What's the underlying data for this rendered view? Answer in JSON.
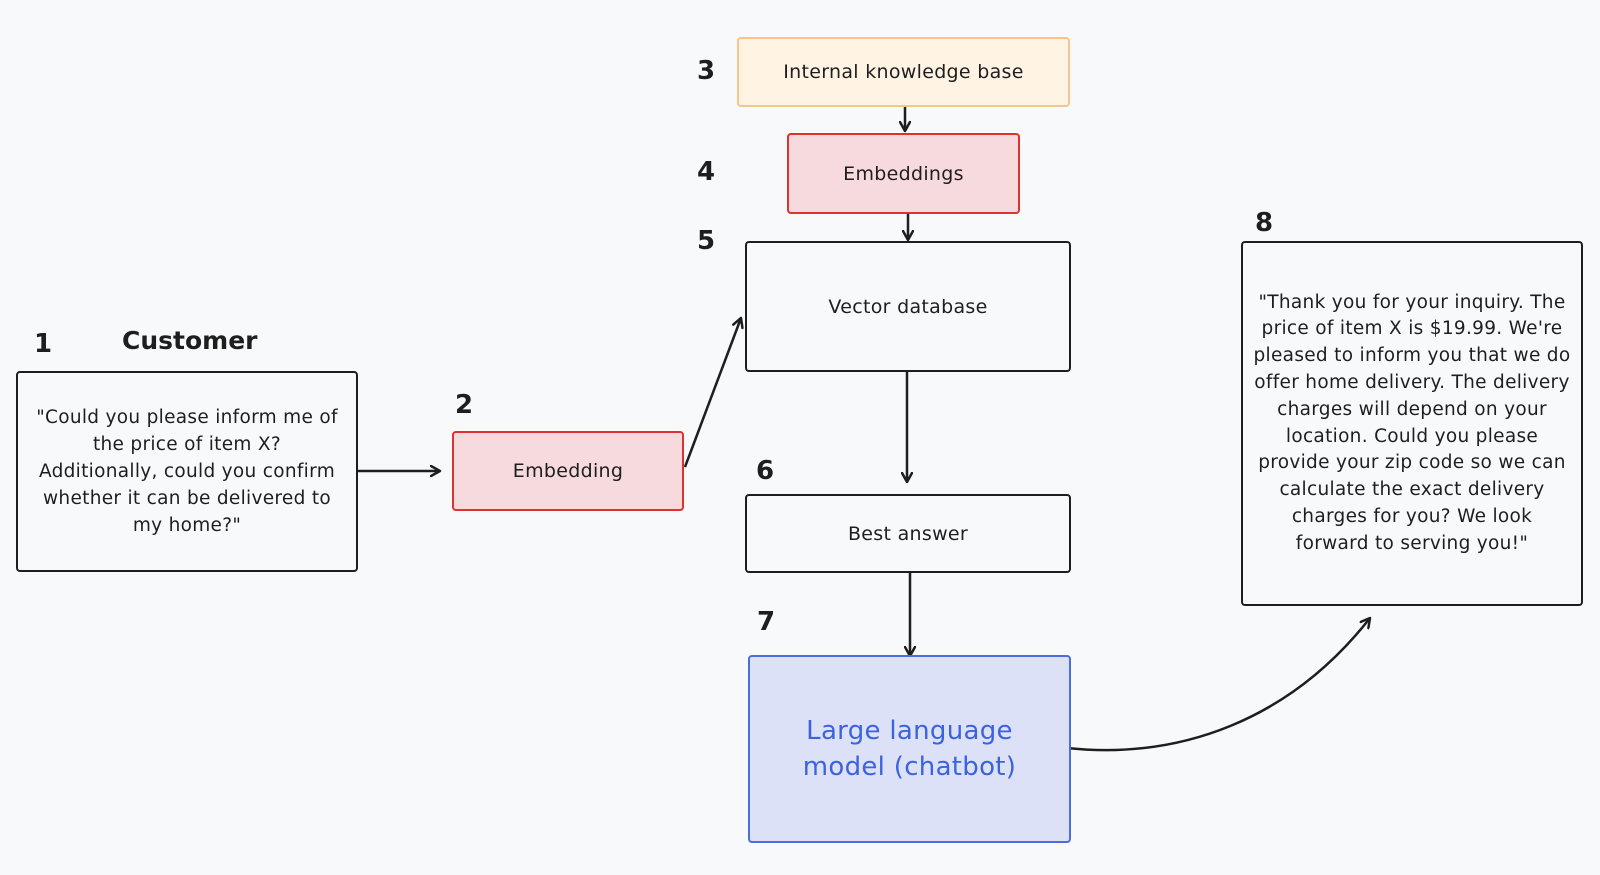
{
  "diagram": {
    "customer": {
      "step": "1",
      "title": "Customer",
      "quote": "\"Could you please inform me of the price of item X? Additionally, could you confirm whether it can be delivered to my home?\""
    },
    "embedding": {
      "step": "2",
      "label": "Embedding"
    },
    "knowledge_base": {
      "step": "3",
      "label": "Internal knowledge base"
    },
    "embeddings": {
      "step": "4",
      "label": "Embeddings"
    },
    "vector_db": {
      "step": "5",
      "label": "Vector database"
    },
    "best_answer": {
      "step": "6",
      "label": "Best answer"
    },
    "llm": {
      "step": "7",
      "label": "Large language model (chatbot)"
    },
    "reply": {
      "step": "8",
      "text": "\"Thank you for your inquiry. The price of item X is $19.99. We're pleased to inform you that we do offer home delivery. The delivery charges will depend on your location. Could you please provide your zip code so we can calculate the exact delivery charges for you? We look forward to serving you!\""
    },
    "colors": {
      "stroke": "#1e1e1e",
      "knowledge_base_fill": "#fff3e4",
      "knowledge_base_stroke": "#f7c58a",
      "embedding_fill": "#f7dadd",
      "embedding_stroke": "#e03131",
      "llm_fill": "#dde1f7",
      "llm_stroke": "#4a6ee0",
      "llm_text": "#3b63dc"
    }
  }
}
